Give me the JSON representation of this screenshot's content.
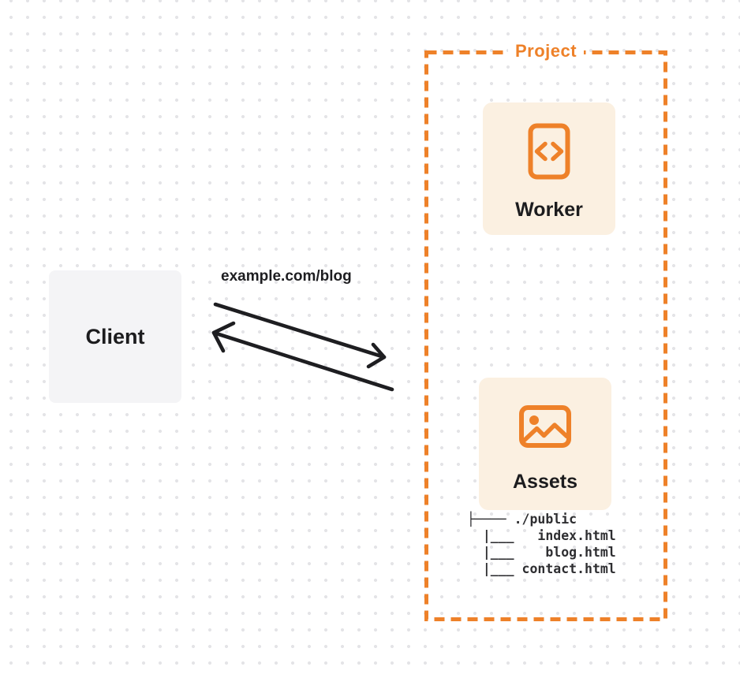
{
  "colors": {
    "accent": "#EE8129",
    "card_bg": "#FBF0E1",
    "client_bg": "#F4F4F6",
    "arrow": "#1E1E21",
    "text_dark": "#1C1C1E",
    "tree_text": "#2E2E31",
    "dot": "#E4E4E7"
  },
  "project": {
    "label": "Project"
  },
  "worker": {
    "label": "Worker",
    "icon": "code-file-icon"
  },
  "assets": {
    "label": "Assets",
    "icon": "image-icon"
  },
  "client": {
    "label": "Client"
  },
  "request": {
    "label": "example.com/blog"
  },
  "file_tree": {
    "root": "./public",
    "files": [
      "index.html",
      "blog.html",
      "contact.html"
    ],
    "text": "├──── ./public\n  |___   index.html\n  |___    blog.html\n  |___ contact.html"
  }
}
